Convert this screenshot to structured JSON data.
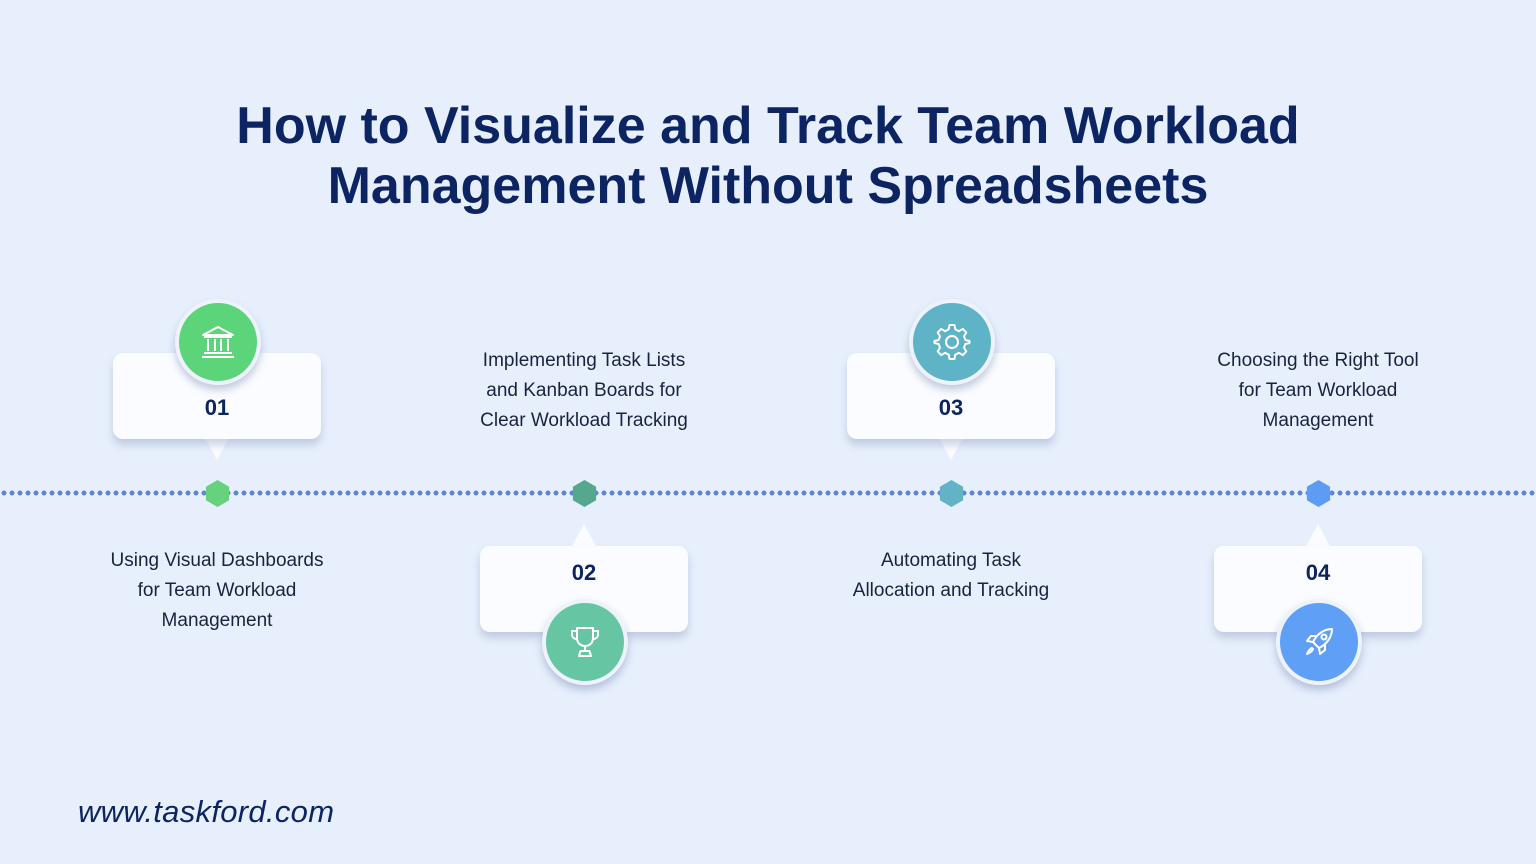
{
  "title": {
    "line1": "How to Visualize and Track Team Workload",
    "line2": "Management Without Spreadsheets"
  },
  "steps": [
    {
      "number": "01",
      "text": [
        "Using Visual Dashboards",
        "for Team Workload",
        "Management"
      ],
      "icon": "bank-icon",
      "color": "#5cd47a",
      "marker_color": "#66d27d"
    },
    {
      "number": "02",
      "text": [
        "Implementing Task Lists",
        "and Kanban Boards for",
        "Clear Workload Tracking"
      ],
      "icon": "trophy-icon",
      "color": "#66c6a4",
      "marker_color": "#55a88e"
    },
    {
      "number": "03",
      "text": [
        "Automating Task",
        "Allocation and Tracking"
      ],
      "icon": "gear-icon",
      "color": "#5eb3c6",
      "marker_color": "#63b3c8"
    },
    {
      "number": "04",
      "text": [
        "Choosing the Right Tool",
        "for Team Workload",
        "Management"
      ],
      "icon": "rocket-icon",
      "color": "#5f9ff5",
      "marker_color": "#5d9cf5"
    }
  ],
  "footer": "www.taskford.com"
}
